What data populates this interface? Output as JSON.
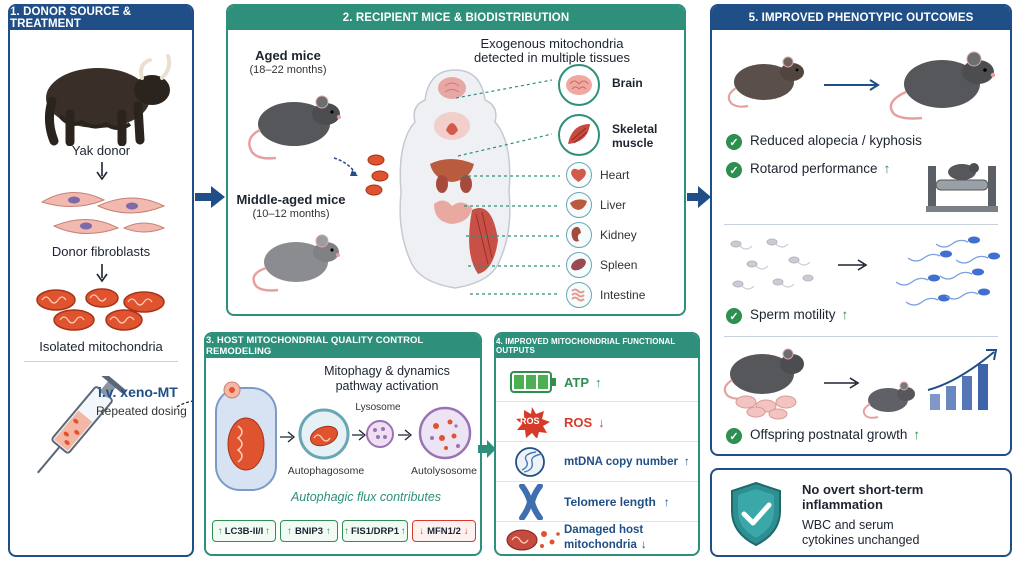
{
  "panel1": {
    "header": "1. Donor source & treatment",
    "yak_label": "Yak donor",
    "fibroblast_label": "Donor fibroblasts",
    "mito_label": "Isolated mitochondria",
    "route_label": "i.v. xeno-MT",
    "dosing_label": "Repeated dosing"
  },
  "panel2": {
    "header": "2. Recipient mice & biodistribution",
    "aged_label": "Aged mice",
    "aged_age": "(18–22 months)",
    "middle_label": "Middle-aged mice",
    "middle_age": "(10–12 months)",
    "exo_line1": "Exogenous mitochondria",
    "exo_line2": "detected in multiple tissues",
    "tissues": {
      "brain": "Brain",
      "muscle1": "Skeletal",
      "muscle2": "muscle",
      "heart": "Heart",
      "liver": "Liver",
      "kidney": "Kidney",
      "spleen": "Spleen",
      "intestine": "Intestine"
    }
  },
  "panel3": {
    "header": "3. Host mitochondrial quality control remodeling",
    "pathway_line1": "Mitophagy & dynamics",
    "pathway_line2": "pathway activation",
    "lysosome": "Lysosome",
    "autophagosome": "Autophagosome",
    "autolysosome": "Autolysosome",
    "flux": "Autophagic flux contributes",
    "markers": [
      {
        "label": "LC3B-II/I",
        "dir": "up"
      },
      {
        "label": "BNIP3",
        "dir": "up"
      },
      {
        "label": "FIS1/DRP1",
        "dir": "up"
      },
      {
        "label": "MFN1/2",
        "dir": "down"
      }
    ]
  },
  "panel4": {
    "header": "4. Improved mitochondrial functional outputs",
    "atp": "ATP",
    "ros_icon": "ROS",
    "ros": "ROS",
    "mtdna": "mtDNA copy number",
    "telomere": "Telomere length",
    "damaged1": "Damaged host",
    "damaged2": "mitochondria"
  },
  "panel5": {
    "header": "5. Improved phenotypic outcomes",
    "alopecia": "Reduced alopecia / kyphosis",
    "rotarod": "Rotarod performance",
    "sperm": "Sperm motility",
    "offspring": "Offspring postnatal growth"
  },
  "panel6": {
    "title_line1": "No overt short-term",
    "title_line2": "inflammation",
    "desc_line1": "WBC and serum",
    "desc_line2": "cytokines unchanged"
  },
  "glyphs": {
    "up": "↑",
    "down": "↓",
    "check": "✓"
  },
  "colors": {
    "navy": "#1f4f86",
    "teal": "#2e8f7a",
    "up_green": "#2e8f50",
    "down_red": "#d83a2a"
  }
}
